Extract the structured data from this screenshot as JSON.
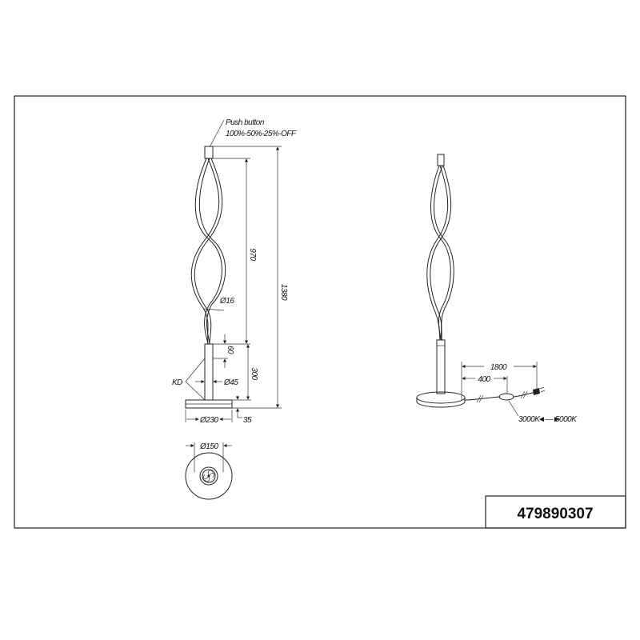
{
  "drawing": {
    "product_code": "479890307",
    "push_button_label": "Push button",
    "dimmer_steps": "100%-50%-25%-OFF",
    "dims": {
      "arms": "970",
      "total_height": "1380",
      "tube_top": "60",
      "tube": "300",
      "arm_diameter": "Ø16",
      "tube_diameter": "Ø45",
      "kd_label": "KD",
      "base_diameter": "Ø230",
      "base_height": "35",
      "base_inner": "Ø150",
      "cable_length": "1800",
      "switch_distance": "400"
    },
    "color_temp": {
      "from": "3000K",
      "arrow": "◄—►",
      "to": "5000K"
    }
  }
}
